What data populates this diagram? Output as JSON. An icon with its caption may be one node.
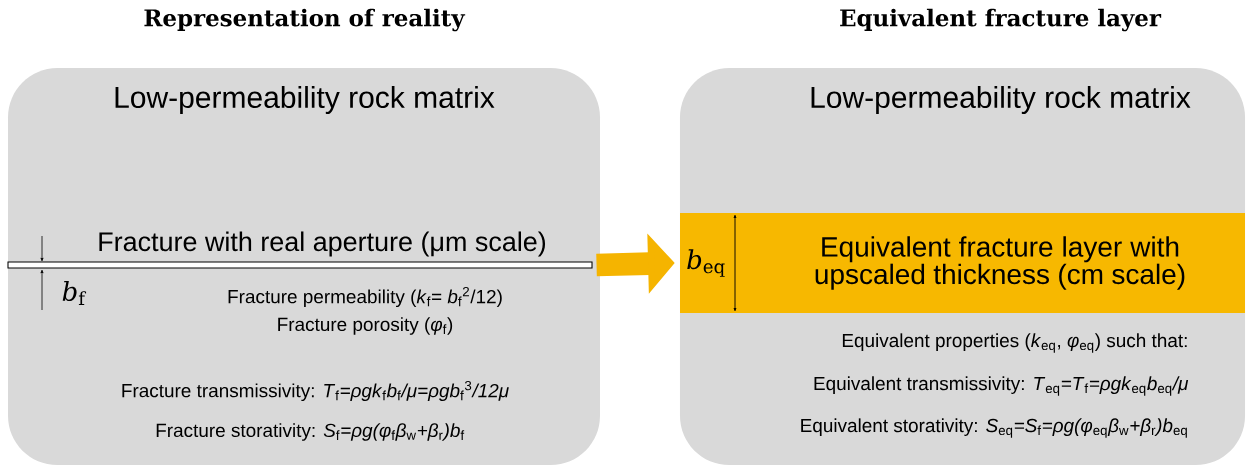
{
  "diagram": {
    "nodes": [
      {
        "text": [
          "Representation of reality",
          "Low-permeability rock matrix",
          "Fracture permeability (*k*$_{f}$= *b*$_{f}$$^{2}$/12)",
          "Fracture porosity (*φ*$_{f}$)",
          "Fracture transmissivity: *T*$_{f}$*=ρgk*$_{f}$*b*$_{f}$*/μ=ρgb*$_{f}$$^{3}$*/12μ*",
          "Fracture storativity: *S*$_{f}$*=ρg(φ*$_{f}$*β*$_{w}$*+β*$_{r}$*)b*$_{f}$"
        ]
      },
      {
        "text": [
          "Fracture with real aperture (μm scale)"
        ],
        "in": 0,
        "beside": [
          "*b*$_{f}$"
        ]
      },
      {
        "text": [
          "Equivalent fracture layer",
          "Low-permeability rock matrix",
          "Equivalent properties (*k*$_{eq}$, *φ*$_{eq}$) such that:",
          "Equivalent transmissivity: *T*$_{eq}$*=T*$_{f}$*=ρgk*$_{eq}$*b*$_{eq}$*/μ*",
          "Equivalent storativity: *S*$_{eq}$*=S*$_{f}$*=ρg(φ*$_{eq}$*β*$_{w}$*+β*$_{r}$*)b*$_{eq}$"
        ]
      },
      {
        "text": [
          "*b*$_{eq}$",
          "Equivalent fracture layer with upscaled thickness (cm scale)"
        ],
        "in": 2
      }
    ],
    "edges": [
      {
        "from": 1,
        "to": 3,
        "arrow": "to"
      }
    ]
  }
}
